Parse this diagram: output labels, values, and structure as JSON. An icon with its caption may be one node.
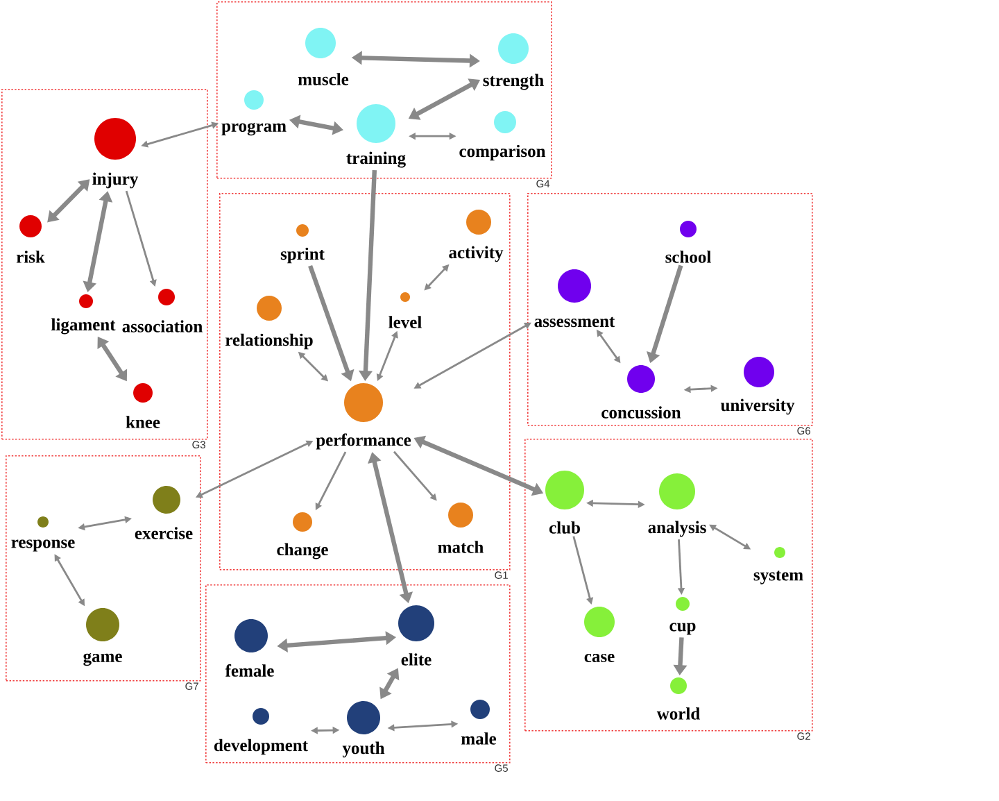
{
  "diagram": {
    "nodes": [
      {
        "text": [
          "G4"
        ]
      },
      {
        "text": [
          "muscle"
        ],
        "in": 0
      },
      {
        "text": [
          "strength"
        ],
        "in": 0
      },
      {
        "text": [
          "program"
        ],
        "in": 0
      },
      {
        "text": [
          "training"
        ],
        "in": 0
      },
      {
        "text": [
          "comparison"
        ],
        "in": 0
      },
      {
        "text": [
          "G3"
        ]
      },
      {
        "text": [
          "injury"
        ],
        "in": 6
      },
      {
        "text": [
          "risk"
        ],
        "in": 6
      },
      {
        "text": [
          "ligament"
        ],
        "in": 6
      },
      {
        "text": [
          "association"
        ],
        "in": 6
      },
      {
        "text": [
          "knee"
        ],
        "in": 6
      },
      {
        "text": [
          "G1"
        ]
      },
      {
        "text": [
          "sprint"
        ],
        "in": 12
      },
      {
        "text": [
          "activity"
        ],
        "in": 12
      },
      {
        "text": [
          "level"
        ],
        "in": 12
      },
      {
        "text": [
          "relationship"
        ],
        "in": 12
      },
      {
        "text": [
          "performance"
        ],
        "in": 12
      },
      {
        "text": [
          "change"
        ],
        "in": 12
      },
      {
        "text": [
          "match"
        ],
        "in": 12
      },
      {
        "text": [
          "G6"
        ]
      },
      {
        "text": [
          "school"
        ],
        "in": 20
      },
      {
        "text": [
          "assessment"
        ],
        "in": 20
      },
      {
        "text": [
          "concussion"
        ],
        "in": 20
      },
      {
        "text": [
          "university"
        ],
        "in": 20
      },
      {
        "text": [
          "G2"
        ]
      },
      {
        "text": [
          "club"
        ],
        "in": 25
      },
      {
        "text": [
          "analysis"
        ],
        "in": 25
      },
      {
        "text": [
          "system"
        ],
        "in": 25
      },
      {
        "text": [
          "case"
        ],
        "in": 25
      },
      {
        "text": [
          "cup"
        ],
        "in": 25
      },
      {
        "text": [
          "world"
        ],
        "in": 25
      },
      {
        "text": [
          "G7"
        ]
      },
      {
        "text": [
          "response"
        ],
        "in": 32
      },
      {
        "text": [
          "exercise"
        ],
        "in": 32
      },
      {
        "text": [
          "game"
        ],
        "in": 32
      },
      {
        "text": [
          "G5"
        ]
      },
      {
        "text": [
          "female"
        ],
        "in": 36
      },
      {
        "text": [
          "elite"
        ],
        "in": 36
      },
      {
        "text": [
          "development"
        ],
        "in": 36
      },
      {
        "text": [
          "youth"
        ],
        "in": 36
      },
      {
        "text": [
          "male"
        ],
        "in": 36
      }
    ],
    "edges": [
      {
        "from": 1,
        "to": 2,
        "arrow": "both",
        "style": "thick"
      },
      {
        "from": 2,
        "to": 4,
        "arrow": "both",
        "style": "thick"
      },
      {
        "from": 3,
        "to": 4,
        "arrow": "both",
        "style": "thick"
      },
      {
        "from": 4,
        "to": 5,
        "arrow": "both"
      },
      {
        "from": 7,
        "to": 3,
        "arrow": "both"
      },
      {
        "from": 7,
        "to": 8,
        "arrow": "both",
        "style": "thick"
      },
      {
        "from": 7,
        "to": 9,
        "arrow": "both",
        "style": "thick"
      },
      {
        "from": 7,
        "to": 10,
        "arrow": "to"
      },
      {
        "from": 9,
        "to": 11,
        "arrow": "both",
        "style": "thick"
      },
      {
        "from": 4,
        "to": 17,
        "arrow": "to",
        "style": "thick"
      },
      {
        "from": 13,
        "to": 17,
        "arrow": "to",
        "style": "thick"
      },
      {
        "from": 15,
        "to": 14,
        "arrow": "both"
      },
      {
        "from": 15,
        "to": 17,
        "arrow": "both"
      },
      {
        "from": 16,
        "to": 17,
        "arrow": "both"
      },
      {
        "from": 17,
        "to": 22,
        "arrow": "both"
      },
      {
        "from": 17,
        "to": 34,
        "arrow": "both"
      },
      {
        "from": 17,
        "to": 18,
        "arrow": "to"
      },
      {
        "from": 17,
        "to": 19,
        "arrow": "to"
      },
      {
        "from": 17,
        "to": 26,
        "arrow": "both",
        "style": "thick"
      },
      {
        "from": 17,
        "to": 38,
        "arrow": "both",
        "style": "thick"
      },
      {
        "from": 21,
        "to": 23,
        "arrow": "to",
        "style": "thick"
      },
      {
        "from": 22,
        "to": 23,
        "arrow": "both"
      },
      {
        "from": 23,
        "to": 24,
        "arrow": "both"
      },
      {
        "from": 26,
        "to": 27,
        "arrow": "both"
      },
      {
        "from": 27,
        "to": 28,
        "arrow": "both"
      },
      {
        "from": 27,
        "to": 30,
        "arrow": "to"
      },
      {
        "from": 26,
        "to": 29,
        "arrow": "to"
      },
      {
        "from": 30,
        "to": 31,
        "arrow": "to",
        "style": "thick"
      },
      {
        "from": 33,
        "to": 34,
        "arrow": "both"
      },
      {
        "from": 33,
        "to": 35,
        "arrow": "both"
      },
      {
        "from": 37,
        "to": 38,
        "arrow": "both",
        "style": "thick"
      },
      {
        "from": 38,
        "to": 40,
        "arrow": "both",
        "style": "thick"
      },
      {
        "from": 39,
        "to": 40,
        "arrow": "both"
      },
      {
        "from": 40,
        "to": 41,
        "arrow": "both"
      }
    ]
  }
}
